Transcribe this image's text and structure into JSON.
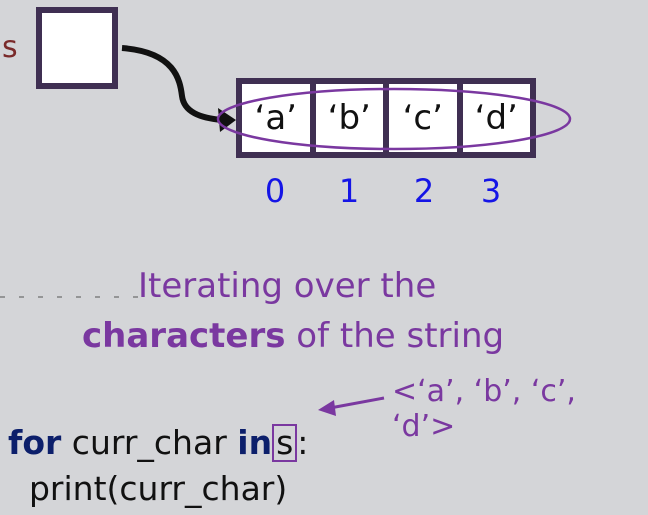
{
  "variable": {
    "name": "s"
  },
  "array": {
    "cells": [
      "‘a’",
      "‘b’",
      "‘c’",
      "‘d’"
    ],
    "indices": [
      "0",
      "1",
      "2",
      "3"
    ]
  },
  "caption": {
    "line1": "Iterating over the",
    "bold": "characters",
    "rest": " of the string"
  },
  "sequence": "<‘a’, ‘b’, ‘c’, ‘d’>",
  "code": {
    "kw_for": "for",
    "loop_var": " curr_char ",
    "kw_in": "in",
    "iter": "s",
    "colon": ":",
    "body": "  print(curr_char)"
  },
  "colors": {
    "background": "#d4d5d8",
    "box_border": "#3f2f52",
    "index": "#1515e6",
    "annotation": "#7a38a0",
    "keyword": "#0c1f6b"
  }
}
